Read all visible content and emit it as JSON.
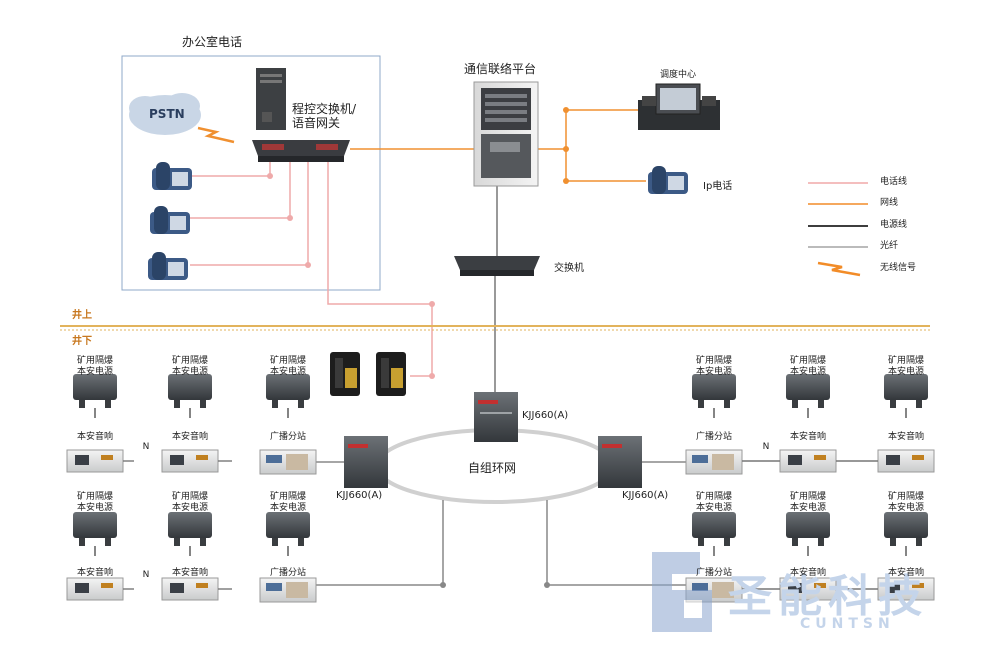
{
  "office": {
    "title": "办公室电话",
    "pstn": "PSTN",
    "pbx_label_1": "程控交换机/",
    "pbx_label_2": "语音网关"
  },
  "platform": {
    "title": "通信联络平台"
  },
  "dispatch": {
    "title": "调度中心"
  },
  "ip_phone": {
    "label": "Ip电话"
  },
  "switch": {
    "label": "交换机"
  },
  "ground": {
    "above": "井上",
    "below": "井下"
  },
  "ring": {
    "label": "自组环网",
    "node_top": "KJJ660(A)",
    "node_left": "KJJ660(A)",
    "node_right": "KJJ660(A)"
  },
  "devices": {
    "power_supply_1": "矿用隔爆",
    "power_supply_2": "本安电源",
    "speaker": "本安音响",
    "station": "广播分站",
    "link_n": "N"
  },
  "legend": {
    "items": [
      {
        "label": "电话线",
        "color": "#f0a8a8"
      },
      {
        "label": "网线",
        "color": "#f28c28"
      },
      {
        "label": "电源线",
        "color": "#222222"
      },
      {
        "label": "光纤",
        "color": "#555555"
      },
      {
        "label": "无线信号",
        "color": "#f28c28"
      }
    ]
  },
  "watermark": {
    "text": "圣能科技",
    "sub": "CUNTSN"
  },
  "colors": {
    "phone_line": "#efaaaa",
    "net_line": "#f09030",
    "ground": "#e2b35c",
    "ring": "#d0d0d0",
    "device_dark": "#4c5054"
  }
}
